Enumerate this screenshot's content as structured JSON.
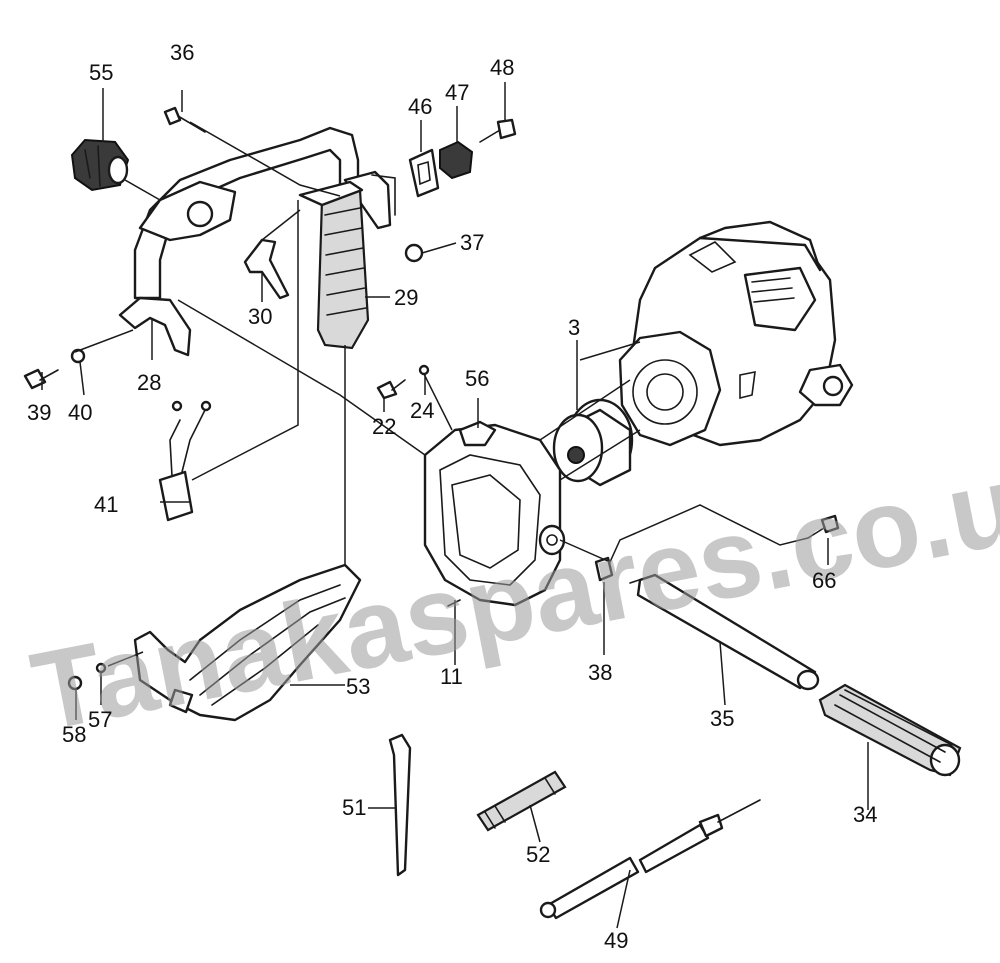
{
  "watermark": "Tanakaspares.co.uk",
  "labels": [
    {
      "id": "3",
      "text": "3"
    },
    {
      "id": "11",
      "text": "11"
    },
    {
      "id": "22",
      "text": "22"
    },
    {
      "id": "24",
      "text": "24"
    },
    {
      "id": "28",
      "text": "28"
    },
    {
      "id": "29",
      "text": "29"
    },
    {
      "id": "30",
      "text": "30"
    },
    {
      "id": "34",
      "text": "34"
    },
    {
      "id": "35",
      "text": "35"
    },
    {
      "id": "36",
      "text": "36"
    },
    {
      "id": "37",
      "text": "37"
    },
    {
      "id": "38",
      "text": "38"
    },
    {
      "id": "39",
      "text": "39"
    },
    {
      "id": "40",
      "text": "40"
    },
    {
      "id": "41",
      "text": "41"
    },
    {
      "id": "46",
      "text": "46"
    },
    {
      "id": "47",
      "text": "47"
    },
    {
      "id": "48",
      "text": "48"
    },
    {
      "id": "49",
      "text": "49"
    },
    {
      "id": "51",
      "text": "51"
    },
    {
      "id": "52",
      "text": "52"
    },
    {
      "id": "53",
      "text": "53"
    },
    {
      "id": "55",
      "text": "55"
    },
    {
      "id": "56",
      "text": "56"
    },
    {
      "id": "57",
      "text": "57"
    },
    {
      "id": "58",
      "text": "58"
    },
    {
      "id": "66",
      "text": "66"
    }
  ]
}
